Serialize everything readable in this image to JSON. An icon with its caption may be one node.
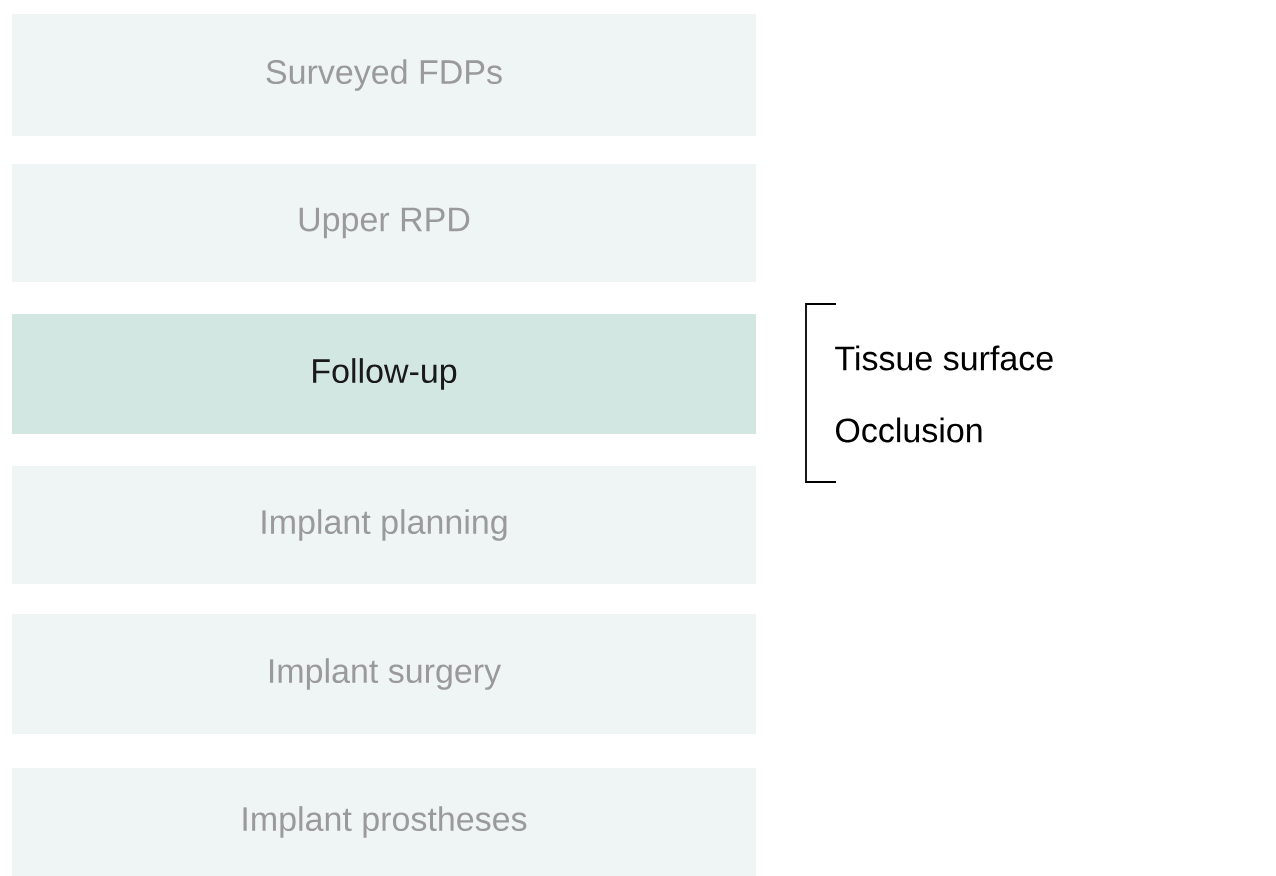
{
  "diagram": {
    "nodes": [
      {
        "text": [
          "Surveyed FDPs"
        ]
      },
      {
        "text": [
          "Upper RPD"
        ]
      },
      {
        "text": [
          "Follow-up"
        ]
      },
      {
        "text": [
          "Implant planning"
        ]
      },
      {
        "text": [
          "Implant surgery"
        ]
      },
      {
        "text": [
          "Implant prostheses"
        ]
      }
    ],
    "labels": [
      "Tissue surface",
      "Occlusion"
    ]
  }
}
